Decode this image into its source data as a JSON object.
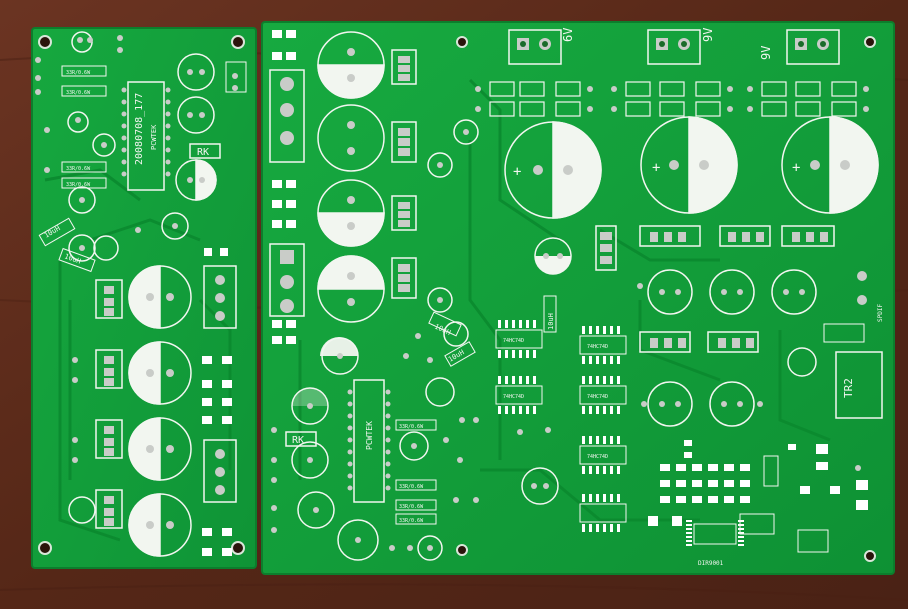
{
  "photo": {
    "background_color": "#5a2a1c",
    "board_color": "#12a43c",
    "board_edge_color": "#0d8a30",
    "silkscreen_color": "#f2f6f0",
    "pad_color": "#c9ccc8"
  },
  "boards": [
    {
      "id": "left-board",
      "silkscreen": {
        "vertical_code": "20080708_177",
        "brand": "PCWTEK",
        "label_rk": "RK",
        "resistor_labels": [
          "33R/0.6W",
          "33R/0.6W",
          "33R/0.6W",
          "33R/0.6W"
        ],
        "inductor_labels": [
          "10uH",
          "10uH"
        ]
      }
    },
    {
      "id": "right-board",
      "silkscreen": {
        "voltage_labels": [
          "6V",
          "9V",
          "9V"
        ],
        "label_rk": "RK",
        "label_tr2": "TR2",
        "brand": "PCWTEK",
        "inductor_labels": [
          "10uH",
          "10uH",
          "10uH"
        ],
        "resistor_labels": [
          "33R/0.6W",
          "33R/0.6W",
          "33R/0.6W",
          "33R/0.6W"
        ],
        "ic_labels": [
          "74HC74D",
          "74HC74D",
          "74HC74D",
          "74HC74D",
          "74HC74D"
        ],
        "bottom_ic": "DIR9001",
        "spdif_label": "SPDIF"
      }
    }
  ]
}
